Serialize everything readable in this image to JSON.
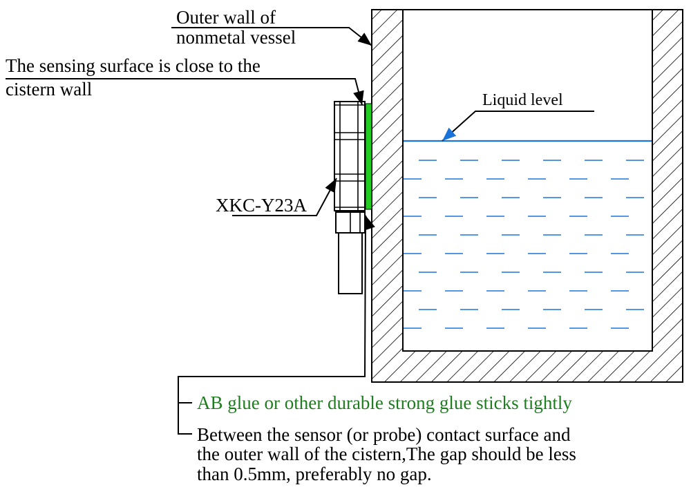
{
  "labels": {
    "outer_wall_line1": "Outer wall of",
    "outer_wall_line2": "nonmetal vessel",
    "sensing_line1": "The sensing surface is close to the",
    "sensing_line2": "cistern wall",
    "liquid_level": "Liquid level",
    "sensor_model": "XKC-Y23A",
    "glue_note": "AB glue or other durable strong glue sticks tightly",
    "gap_line1": "Between the sensor (or probe) contact surface and",
    "gap_line2": "the outer wall of the cistern,The gap should be less",
    "gap_line3": "than 0.5mm, preferably no gap."
  },
  "colors": {
    "wall_hatch": "#000000",
    "liquid": "#1a73d9",
    "glue": "#22cc22",
    "glue_text": "#1e7d1e",
    "outline": "#000000"
  }
}
